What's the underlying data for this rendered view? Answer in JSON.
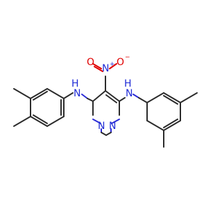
{
  "labels": {
    "nh_left": "N",
    "h_left": "H",
    "nh_right": "N",
    "h_right": "H",
    "n_ring_top_left": "N",
    "n_ring_top_right": "N",
    "n_nitro": "N",
    "nitro_plus": "+",
    "o_nitro_left": "O",
    "o_nitro_right": "O",
    "o_minus": "−"
  },
  "colors": {
    "carbon_bond": "#2b2b2b",
    "nitrogen": "#1f2bd6",
    "oxygen": "#e00000"
  }
}
